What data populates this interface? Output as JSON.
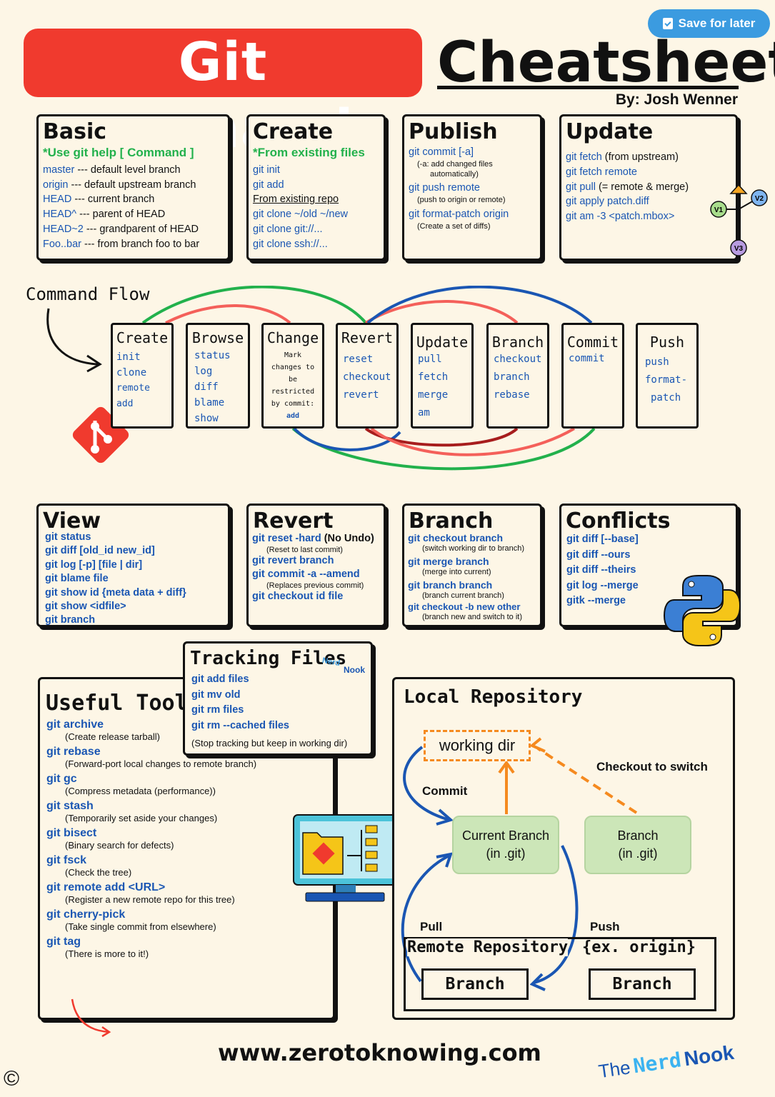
{
  "save_button": "Save for later",
  "title_left": "Git commands",
  "title_right": "Cheatsheet",
  "byline": "By: Josh Wenner",
  "basic": {
    "heading": "Basic",
    "note": "*Use git help [ Command ]",
    "rows": [
      {
        "cmd": "master",
        "text": " --- default level branch"
      },
      {
        "cmd": "origin",
        "text": " --- default upstream branch"
      },
      {
        "cmd": "HEAD",
        "text": " --- current branch"
      },
      {
        "cmd": "HEAD^",
        "text": " --- parent of HEAD"
      },
      {
        "cmd": "HEAD~2",
        "text": " --- grandparent of HEAD"
      },
      {
        "cmd": "Foo..bar",
        "text": " --- from branch foo to bar"
      }
    ]
  },
  "create": {
    "heading": "Create",
    "note": "*From existing files",
    "cmds1": [
      "git init",
      "git add"
    ],
    "subhead": "From existing repo",
    "cmds2": [
      "git clone ~/old ~/new",
      "git clone git://...",
      "git clone ssh://..."
    ]
  },
  "publish": {
    "heading": "Publish",
    "items": [
      {
        "cmd": "git commit [-a]",
        "notes": [
          "(-a: add changed files",
          "automatically)"
        ]
      },
      {
        "cmd": "git push remote",
        "notes": [
          "(push to origin or remote)"
        ]
      },
      {
        "cmd": "git format-patch origin",
        "notes": [
          "(Create a set of diffs)"
        ]
      }
    ]
  },
  "update": {
    "heading": "Update",
    "rows": [
      {
        "cmd": "git fetch",
        "text": " (from upstream)"
      },
      {
        "cmd": "git fetch remote",
        "text": ""
      },
      {
        "cmd": "git pull",
        "text": " (= remote & merge)"
      },
      {
        "cmd": "git apply patch.diff",
        "text": ""
      },
      {
        "cmd": "git am -3 <patch.mbox>",
        "text": ""
      }
    ],
    "versions": [
      "V1",
      "V2",
      "V3"
    ]
  },
  "command_flow": {
    "label": "Command Flow",
    "boxes": [
      {
        "title": "Create",
        "items": [
          "init",
          "clone",
          "remote add"
        ]
      },
      {
        "title": "Browse",
        "items": [
          "status",
          "log",
          "diff",
          "blame",
          "show"
        ]
      },
      {
        "title": "Change",
        "note": [
          "Mark",
          "changes to",
          "be",
          "restricted",
          "by commit:"
        ],
        "items": [
          "add"
        ]
      },
      {
        "title": "Revert",
        "items": [
          "reset",
          "checkout",
          "revert"
        ]
      },
      {
        "title": "Update",
        "items": [
          "pull",
          "fetch",
          "merge",
          "am"
        ]
      },
      {
        "title": "Branch",
        "items": [
          "checkout",
          "branch",
          "rebase"
        ]
      },
      {
        "title": "Commit",
        "items": [
          "commit"
        ]
      },
      {
        "title": "Push",
        "items": [
          "push",
          "format-",
          "patch"
        ]
      }
    ]
  },
  "view": {
    "heading": "View",
    "cmds": [
      "git status",
      "git diff [old_id new_id]",
      "git log [-p] [file | dir]",
      "git blame file",
      "git show id {meta data + diff}",
      "git show <idfile>",
      "git branch"
    ]
  },
  "revert": {
    "heading": "Revert",
    "items": [
      {
        "cmd": "git reset -hard",
        "extra": " (No Undo)",
        "note": "(Reset to last commit)"
      },
      {
        "cmd": "git revert branch",
        "extra": "",
        "note": ""
      },
      {
        "cmd": "git commit -a  --amend",
        "extra": "",
        "note": "(Replaces previous commit)"
      },
      {
        "cmd": "git checkout id file",
        "extra": "",
        "note": ""
      }
    ]
  },
  "branch": {
    "heading": "Branch",
    "items": [
      {
        "cmd": "git checkout branch",
        "note": "(switch working dir to branch)"
      },
      {
        "cmd": "git merge branch",
        "note": "(merge into current)"
      },
      {
        "cmd": "git branch branch",
        "note": "(branch current branch)"
      },
      {
        "cmd": "git checkout -b new other",
        "note": "(branch new and switch to it)"
      }
    ]
  },
  "conflicts": {
    "heading": "Conflicts",
    "cmds": [
      "git diff [--base]",
      "git diff --ours",
      "git diff --theirs",
      "git log --merge",
      "gitk --merge"
    ]
  },
  "tracking": {
    "heading": "Tracking Files",
    "watermark": [
      "Nerd",
      "Nook"
    ],
    "cmds": [
      "git add files",
      "git mv old",
      "git rm files",
      "git rm --cached files"
    ],
    "note": "(Stop tracking but keep in working dir)"
  },
  "tools": {
    "heading": "Useful Tools",
    "items": [
      {
        "cmd": "git archive",
        "note": "(Create release tarball)"
      },
      {
        "cmd": "git rebase",
        "note": "(Forward-port local changes to remote branch)"
      },
      {
        "cmd": "git gc",
        "note": "(Compress metadata (performance))"
      },
      {
        "cmd": "git stash",
        "note": "(Temporarily set aside your changes)"
      },
      {
        "cmd": "git bisect",
        "note": "(Binary search for defects)"
      },
      {
        "cmd": "git fsck",
        "note": "(Check the tree)"
      },
      {
        "cmd": "git remote add <URL>",
        "note": "(Register a new remote repo for this tree)"
      },
      {
        "cmd": "git cherry-pick",
        "note": "(Take single commit from elsewhere)"
      },
      {
        "cmd": "git tag",
        "note": "(There is more to it!)"
      }
    ]
  },
  "local_repo": {
    "heading": "Local Repository",
    "working_dir": "working dir",
    "commit_label": "Commit",
    "checkout_label": "Checkout to switch",
    "current_branch": [
      "Current Branch",
      "(in .git)"
    ],
    "branch_node": [
      "Branch",
      "(in .git)"
    ],
    "pull_label": "Pull",
    "push_label": "Push",
    "remote_heading": "Remote Repository",
    "remote_example": "{ex. origin}",
    "remote_branches": [
      "Branch",
      "Branch"
    ]
  },
  "footer": {
    "url": "www.zerotoknowing.com",
    "brand": [
      "The",
      "Nerd",
      "Nook"
    ],
    "copyright": "©"
  },
  "colors": {
    "red": "#f03a2e",
    "blue": "#1a56b3",
    "green": "#22b14c",
    "accent_blue": "#3b9be0",
    "node_green": "#cce6b8"
  }
}
